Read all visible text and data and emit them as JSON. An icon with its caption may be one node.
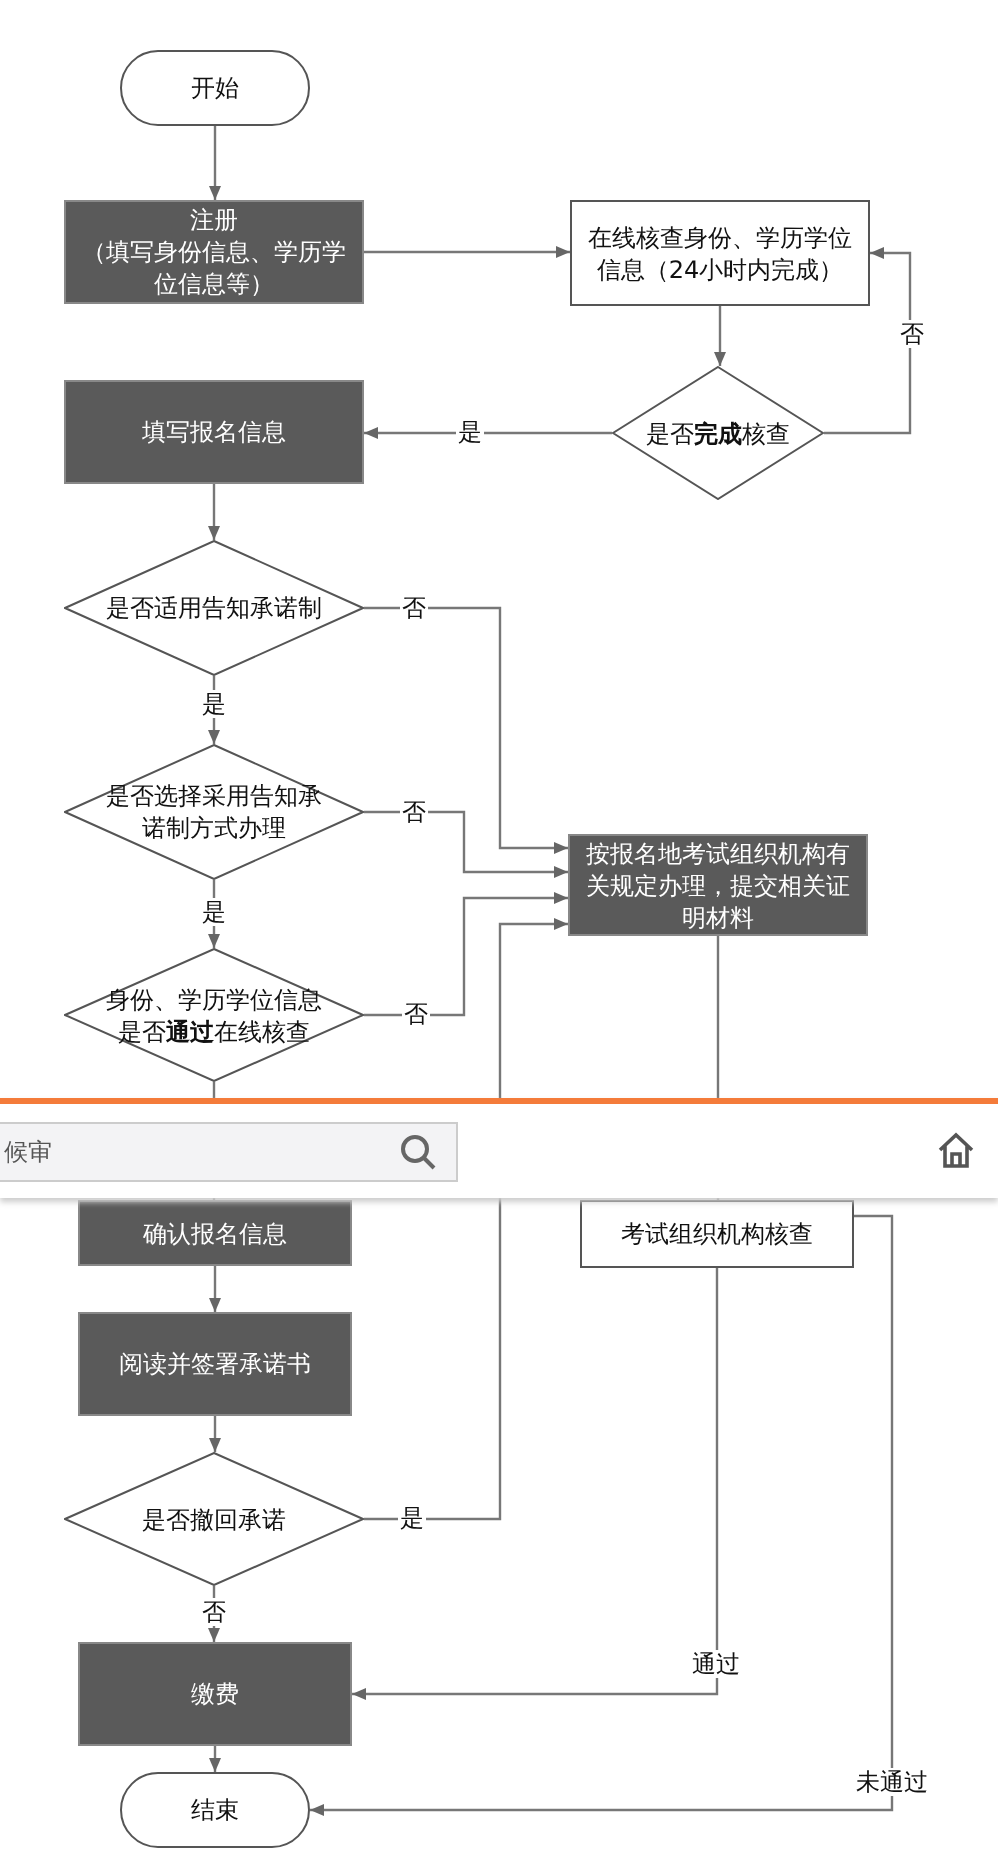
{
  "diagram": {
    "nodes": [
      {
        "text": [
          "开始"
        ]
      },
      {
        "text": [
          "注册",
          "（填写身份信息、学历学位信息等）"
        ]
      },
      {
        "text": [
          "在线核查身份、学历学位信息（24小时内完成）"
        ]
      },
      {
        "text": [
          "是否**完成**核查"
        ]
      },
      {
        "text": [
          "填写报名信息"
        ]
      },
      {
        "text": [
          "是否适用告知承诺制"
        ]
      },
      {
        "text": [
          "是否选择采用告知承诺制方式办理"
        ]
      },
      {
        "text": [
          "身份、学历学位信息是否**通过**在线核查"
        ]
      },
      {
        "text": [
          "按报名地考试组织机构有关规定办理，提交相关证明材料"
        ]
      },
      {
        "text": [
          "确认报名信息"
        ]
      },
      {
        "text": [
          "考试组织机构核查"
        ]
      },
      {
        "text": [
          "阅读并签署承诺书"
        ]
      },
      {
        "text": [
          "是否撤回承诺"
        ]
      },
      {
        "text": [
          "缴费"
        ]
      },
      {
        "text": [
          "结束"
        ]
      }
    ],
    "edges": [
      {
        "from": 0,
        "to": 1,
        "arrow": "to"
      },
      {
        "from": 1,
        "to": 2,
        "arrow": "to"
      },
      {
        "from": 2,
        "to": 3,
        "arrow": "to"
      },
      {
        "from": 3,
        "to": 4,
        "arrow": "to",
        "label": "是"
      },
      {
        "from": 3,
        "to": 2,
        "arrow": "to",
        "label": "否"
      },
      {
        "from": 4,
        "to": 5,
        "arrow": "to"
      },
      {
        "from": 5,
        "to": 6,
        "arrow": "to",
        "label": "是"
      },
      {
        "from": 5,
        "to": 8,
        "arrow": "to",
        "label": "否"
      },
      {
        "from": 6,
        "to": 7,
        "arrow": "to",
        "label": "是"
      },
      {
        "from": 6,
        "to": 8,
        "arrow": "to",
        "label": "否"
      },
      {
        "from": 7,
        "to": 8,
        "arrow": "to",
        "label": "否"
      },
      {
        "from": 7,
        "to": 9,
        "arrow": "to"
      },
      {
        "from": 9,
        "to": 11,
        "arrow": "to"
      },
      {
        "from": 11,
        "to": 12,
        "arrow": "to"
      },
      {
        "from": 12,
        "to": 8,
        "arrow": "to",
        "label": "是"
      },
      {
        "from": 12,
        "to": 13,
        "arrow": "to",
        "label": "否"
      },
      {
        "from": 8,
        "to": 10,
        "arrow": "none"
      },
      {
        "from": 10,
        "to": 13,
        "arrow": "to",
        "label": "通过"
      },
      {
        "from": 10,
        "to": 14,
        "arrow": "to",
        "label": "未通过"
      },
      {
        "from": 13,
        "to": 14,
        "arrow": "to"
      }
    ],
    "labels": [
      "候审"
    ]
  }
}
